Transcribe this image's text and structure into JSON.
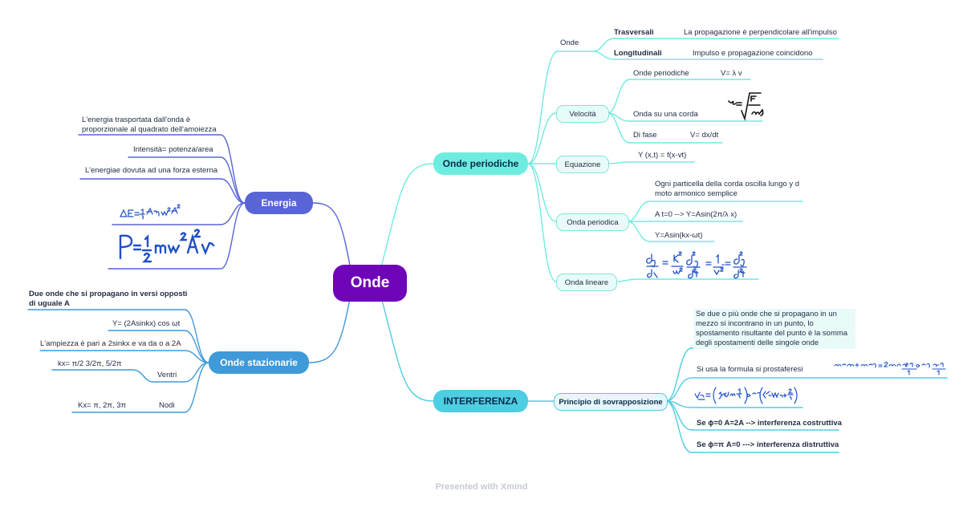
{
  "root": "Onde",
  "branches": {
    "onde_periodiche": {
      "label": "Onde periodiche",
      "onde": {
        "label": "Onde",
        "trasversali": {
          "label": "Trasversali",
          "text": "La propagazione è perpendicolare all'impulso"
        },
        "longitudinali": {
          "label": "Longitudinali",
          "text": "Impulso e propagazione coincidono"
        }
      },
      "velocita": {
        "label": "Velocità",
        "onde_periodiche": {
          "label": "Onde periodiche",
          "formula": "V= λ v"
        },
        "onda_corda": {
          "label": "Onda su una corda"
        },
        "di_fase": {
          "label": "Di fase",
          "formula": "V= dx/dt"
        }
      },
      "equazione": {
        "label": "Equazione",
        "formula": "Y (x,t) = f(x-vt)"
      },
      "onda_periodica": {
        "label": "Onda periodica",
        "line1": "Ogni particella della corda oscilla lungo y d",
        "line2": "moto armonico semplice",
        "t0": "A t=0 --> Y=Asin(2π/λ x)",
        "y": "Y=Asin(kx-ωt)"
      },
      "onda_lineare": {
        "label": "Onda lineare"
      }
    },
    "interferenza": {
      "label": "INTERFERENZA",
      "principio": {
        "label": "Principio di sovrapposizione",
        "p1": "Se due o più onde che si propagano in un mezzo si incontrano in un punto, lo spostamento risultante del punto è la somma degli spostamenti delle singole onde",
        "p2": "Si usa la formula si prostaferesi",
        "p3": "Se ɸ=0  A=2A --> interferenza costruttiva",
        "p4": "Se ɸ=π A=0 ---> interferenza distruttiva"
      }
    },
    "energia": {
      "label": "Energia",
      "e1": "L'energia trasportata dall'onda è proporzionale al quadrato dell'amoiezza",
      "e2": "Intensità= potenza/area",
      "e3": "L'energiae dovuta ad una forza esterna"
    },
    "onde_stazionarie": {
      "label": "Onde stazionarie",
      "s1": "Due onde che si propagano in versi opposti di uguale A",
      "s2": "Y= (2Asinkx) cos ωt",
      "s3": "L'ampiezza è pari a 2sinkx e va da o a 2A",
      "ventri": {
        "label": "Ventri",
        "value": "kx= π/2 3/2π, 5/2π"
      },
      "nodi": {
        "label": "Nodi",
        "value": "Kx= π, 2π, 3π"
      }
    }
  },
  "footer": "Presented with Xmind",
  "colors": {
    "root": "#6f05b8",
    "teal": "#6fece0",
    "cyan": "#4fcde2",
    "blue": "#3f9ad9",
    "violet": "#5964d6",
    "ink": "#1f50c8"
  }
}
